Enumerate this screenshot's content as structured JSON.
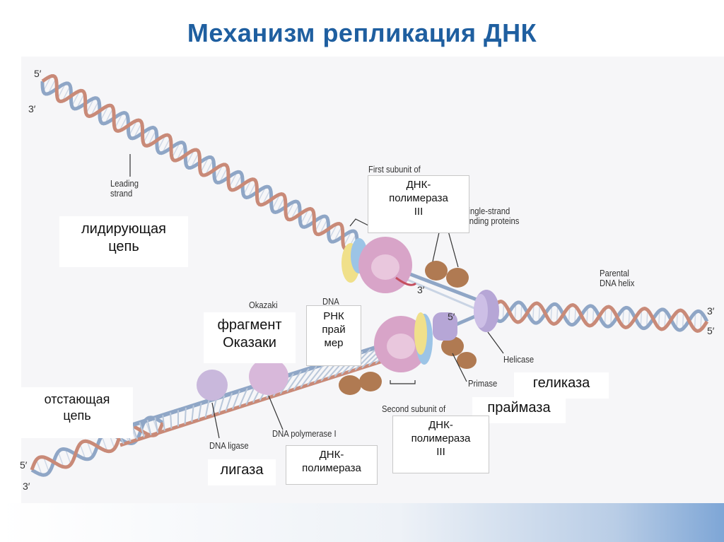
{
  "title": "Механизм репликация ДНК",
  "ends": {
    "top_left_5": "5′",
    "top_left_3": "3′",
    "right_3": "3′",
    "right_5": "5′",
    "bottom_left_5": "5′",
    "bottom_left_3": "3′",
    "center_3": "3′",
    "center_5": "5′"
  },
  "english_labels": {
    "leading_strand": "Leading\nstrand",
    "first_subunit": "First subunit of",
    "single_strand": "Single-strand\nbinding proteins",
    "parental_helix": "Parental\nDNA helix",
    "okazaki": "Okazaki",
    "dna_top": "DNA",
    "helicase": "Helicase",
    "primase": "Primase",
    "second_subunit": "Second subunit of",
    "dna_ligase": "DNA ligase",
    "dna_polymerase_i": "DNA polymerase I"
  },
  "russian_labels": {
    "leading_chain": "лидирующая\nцепь",
    "okazaki_fragment": "фрагмент\nОказаки",
    "rna_primer": "РНК\nпрай\nмер",
    "lagging_chain": "отстающая\nцепь",
    "ligase": "лигаза",
    "dna_polymerase": "ДНК-\nполимераза",
    "dna_pol_iii_top": "ДНК-\nполимераза\nIII",
    "dna_pol_iii_bottom": "ДНК-\nполимераза\nIII",
    "helicase": "геликаза",
    "primase": "праймаза"
  },
  "colors": {
    "title": "#1f5fa0",
    "strand_blue": "#8fa6c6",
    "strand_red": "#c98a78",
    "rung": "#b9c7da",
    "protein_pink": "#d8a4c8",
    "protein_purple": "#b6a6d6",
    "ssb_brown": "#b07a52",
    "clamp_yellow": "#f0e08a",
    "clamp_blue": "#9cc4e6"
  }
}
